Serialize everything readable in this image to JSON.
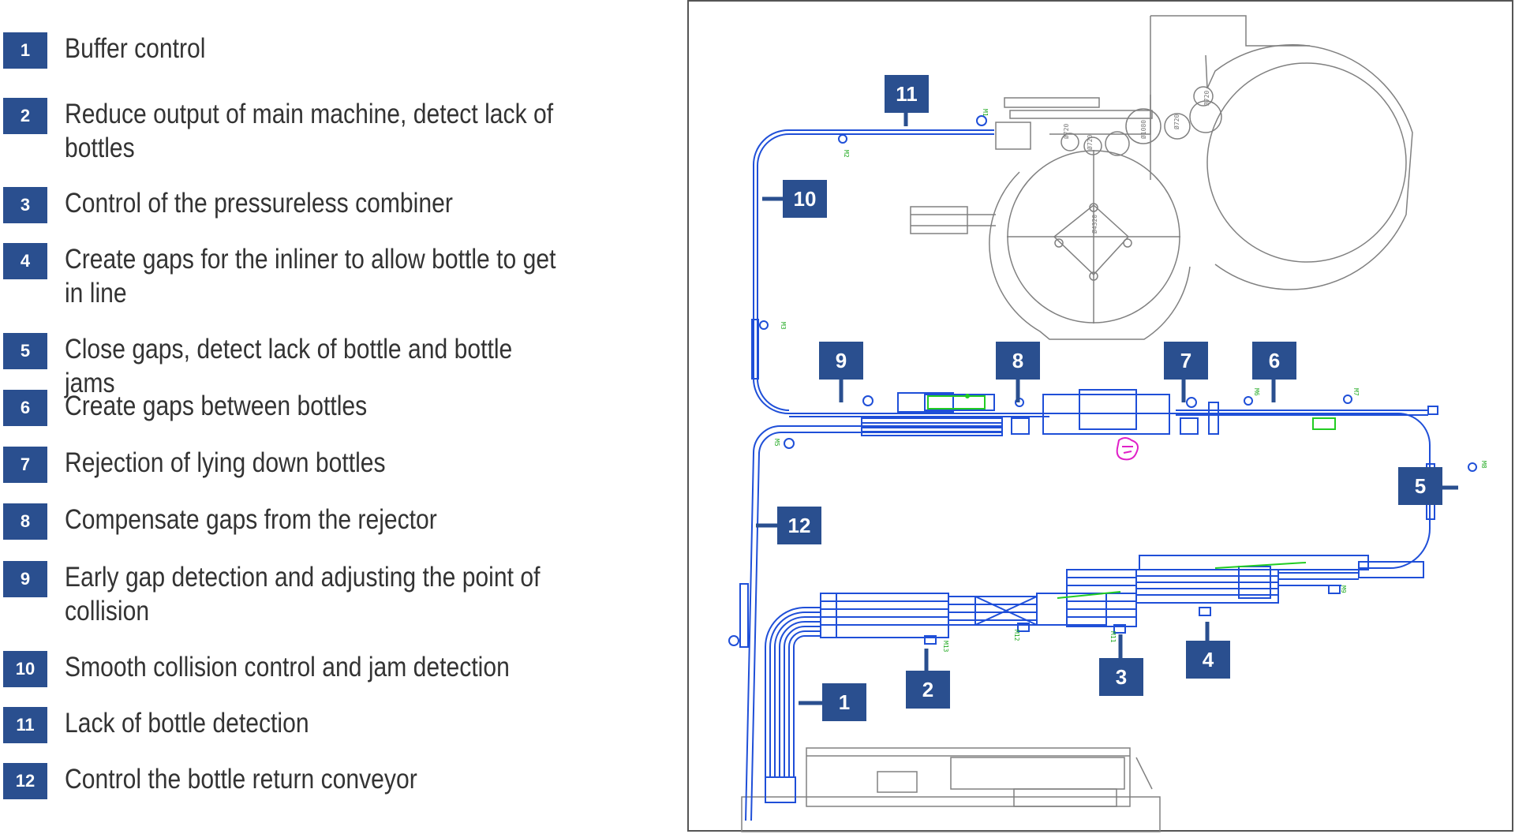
{
  "colors": {
    "badge": "#2a4f8f",
    "conveyor": "#1f4fd8",
    "machine_outline": "#777777",
    "sensor_green": "#22cc22",
    "highlight_magenta": "#e020c8",
    "text": "#333333"
  },
  "legend": [
    {
      "num": "1",
      "text": "Buffer control"
    },
    {
      "num": "2",
      "text": "Reduce output of main machine, detect lack of bottles"
    },
    {
      "num": "3",
      "text": "Control of the pressureless combiner"
    },
    {
      "num": "4",
      "text": "Create gaps for the inliner to allow bottle to get in line"
    },
    {
      "num": "5",
      "text": "Close gaps, detect lack of bottle and bottle jams"
    },
    {
      "num": "6",
      "text": "Create gaps between bottles"
    },
    {
      "num": "7",
      "text": "Rejection of lying down bottles"
    },
    {
      "num": "8",
      "text": "Compensate gaps from the rejector"
    },
    {
      "num": "9",
      "text": "Early gap detection and adjusting the point of collision"
    },
    {
      "num": "10",
      "text": "Smooth collision control and jam detection"
    },
    {
      "num": "11",
      "text": "Lack of bottle detection"
    },
    {
      "num": "12",
      "text": "Control the bottle return conveyor"
    }
  ],
  "callouts": {
    "c1": "1",
    "c2": "2",
    "c3": "3",
    "c4": "4",
    "c5": "5",
    "c6": "6",
    "c7": "7",
    "c8": "8",
    "c9": "9",
    "c10": "10",
    "c11": "11",
    "c12": "12"
  },
  "drawing_labels": {
    "m1": "M1",
    "m2": "M2",
    "m3": "M3",
    "m5": "M5",
    "m6": "M6",
    "m7": "M7",
    "m8": "M8",
    "m9": "M9",
    "m11": "M11",
    "m12": "M12",
    "m13": "M13",
    "d1": "Ø720",
    "d2": "Ø720",
    "d3": "Ø720",
    "d4": "Ø4320",
    "d5": "Ø1080",
    "d6": "Ø720"
  }
}
